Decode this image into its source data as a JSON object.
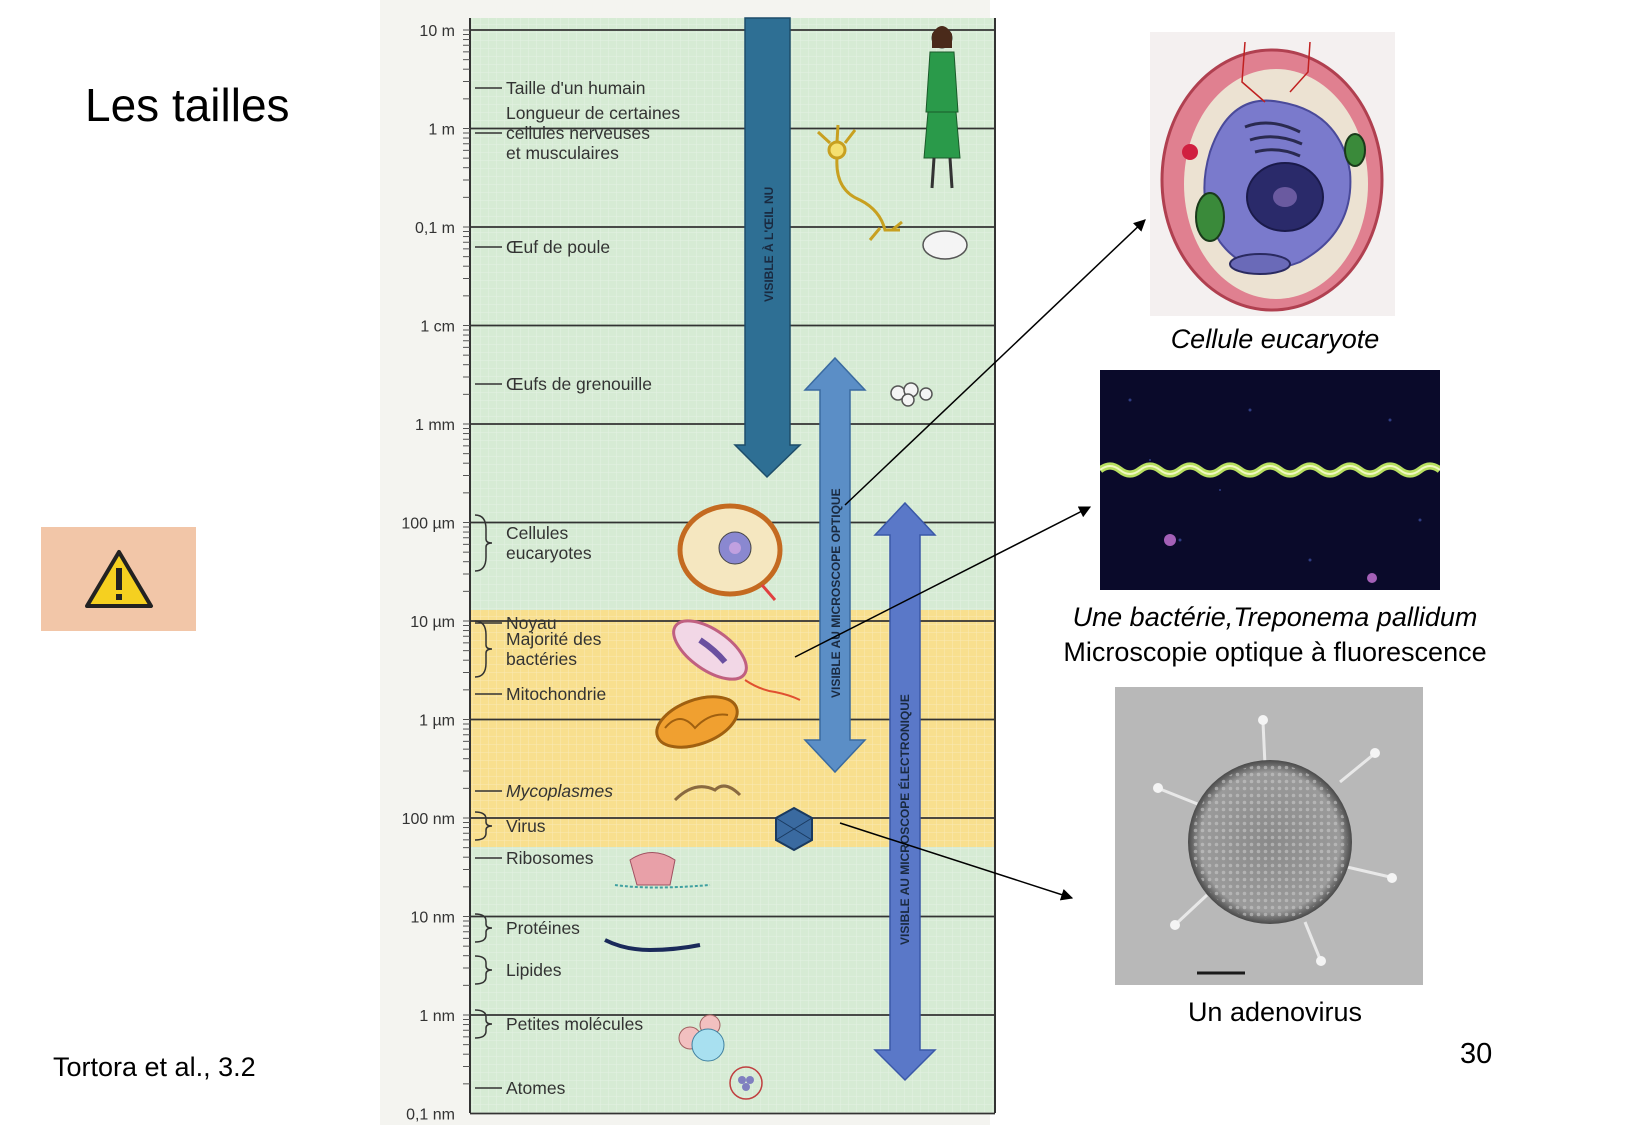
{
  "slide": {
    "title": "Les tailles",
    "citation": "Tortora et al., 3.2",
    "page_number": "30"
  },
  "warning": {
    "icon": "warning-icon",
    "symbol": "⚠",
    "color": "#f2c6a8"
  },
  "scale": {
    "ticks": [
      "10 m",
      "1 m",
      "0,1 m",
      "1 cm",
      "1 mm",
      "100 µm",
      "10 µm",
      "1 µm",
      "100 nm",
      "10 nm",
      "1 nm",
      "0,1 nm"
    ],
    "items": [
      {
        "label_lines": [
          "Taille d'un humain"
        ]
      },
      {
        "label_lines": [
          "Longueur de certaines",
          "cellules nerveuses",
          "et musculaires"
        ]
      },
      {
        "label_lines": [
          "Œuf de poule"
        ]
      },
      {
        "label_lines": [
          "Œufs de grenouille"
        ]
      },
      {
        "label_lines": [
          "Cellules",
          "eucaryotes"
        ]
      },
      {
        "label_lines": [
          "Noyau"
        ]
      },
      {
        "label_lines": [
          "Majorité des",
          "bactéries"
        ]
      },
      {
        "label_lines": [
          "Mitochondrie"
        ]
      },
      {
        "label_lines": [
          "Mycoplasmes"
        ],
        "italic": true
      },
      {
        "label_lines": [
          "Virus"
        ]
      },
      {
        "label_lines": [
          "Ribosomes"
        ]
      },
      {
        "label_lines": [
          "Protéines"
        ]
      },
      {
        "label_lines": [
          "Lipides"
        ]
      },
      {
        "label_lines": [
          "Petites molécules"
        ]
      },
      {
        "label_lines": [
          "Atomes"
        ]
      }
    ],
    "bars": [
      {
        "label": "VISIBLE À L'ŒIL NU",
        "color": "#2e6f94"
      },
      {
        "label": "VISIBLE AU MICROSCOPE OPTIQUE",
        "color": "#5b8ec6"
      },
      {
        "label": "VISIBLE AU MICROSCOPE ÉLECTRONIQUE",
        "color": "#5a78c8"
      }
    ],
    "colors": {
      "green_band": "#d6ebd4",
      "yellow_band": "#f8df8e"
    }
  },
  "captions": {
    "eukaryote": "Cellule eucaryote",
    "bacteria_name": "Une bactérie,Treponema pallidum",
    "bacteria_method": "Microscopie optique à fluorescence",
    "adenovirus": "Un adenovirus"
  }
}
